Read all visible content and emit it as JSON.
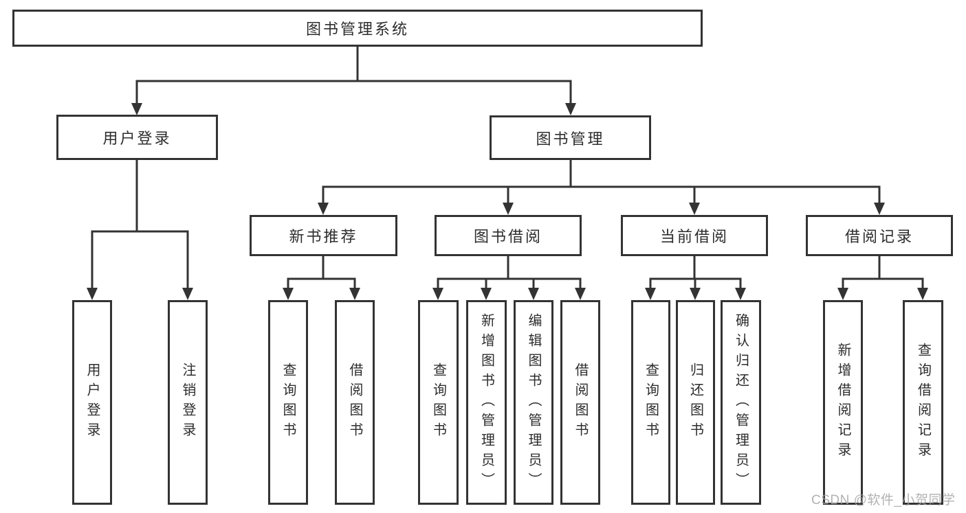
{
  "diagram": {
    "root_label": "图书管理系统",
    "groups": [
      {
        "label": "用户登录",
        "children": [
          "用户登录",
          "注销登录"
        ]
      },
      {
        "label": "图书管理",
        "subgroups": [
          {
            "label": "新书推荐",
            "children": [
              "查询图书",
              "借阅图书"
            ]
          },
          {
            "label": "图书借阅",
            "children": [
              "查询图书",
              "新增图书（管理员）",
              "编辑图书（管理员）",
              "借阅图书"
            ]
          },
          {
            "label": "当前借阅",
            "children": [
              "查询图书",
              "归还图书",
              "确认归还（管理员）"
            ]
          },
          {
            "label": "借阅记录",
            "children": [
              "新增借阅记录",
              "查询借阅记录"
            ]
          }
        ]
      }
    ]
  },
  "watermark": {
    "text": "CSDN @软件_小贺同学"
  },
  "colors": {
    "line": "#333333",
    "text": "#2d2d2d",
    "background": "#ffffff",
    "watermark": "#a5a5a5"
  }
}
